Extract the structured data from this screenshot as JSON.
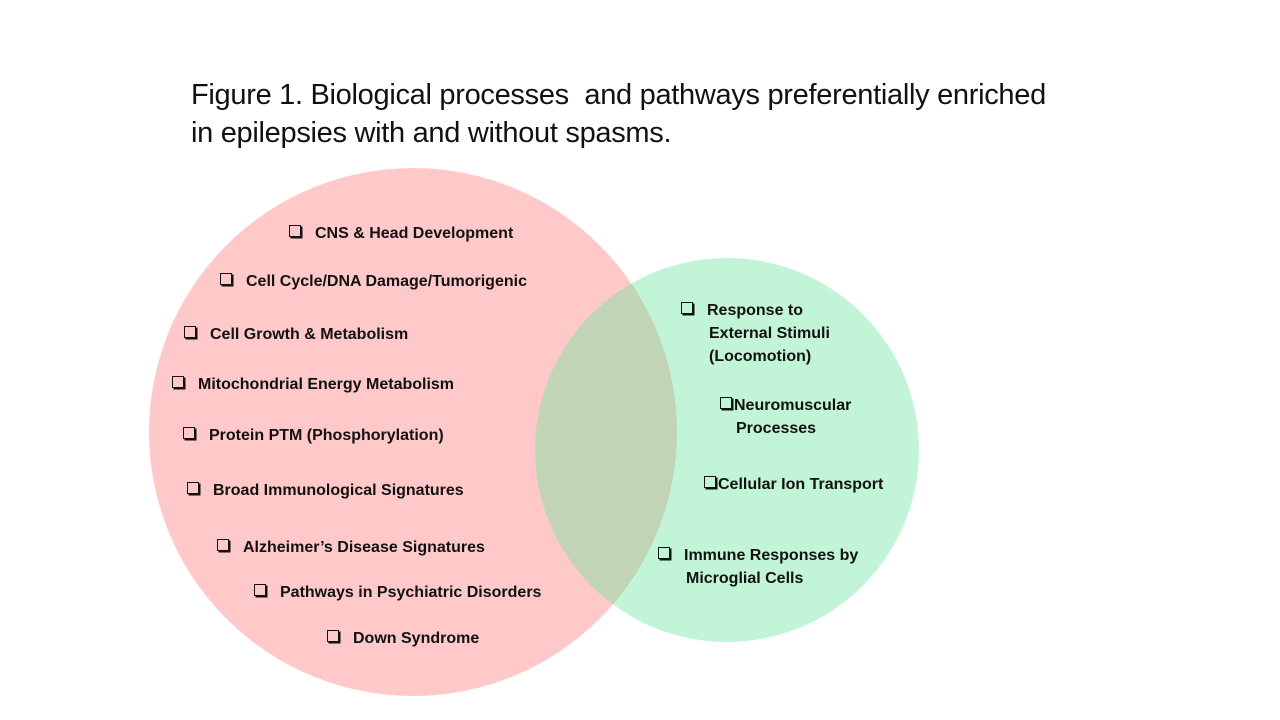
{
  "title": {
    "line1": "Figure 1. Biological processes  and pathways preferentially enriched",
    "line2": "in epilepsies with and without spasms."
  },
  "colors": {
    "left_circle": "#ffc9c9",
    "right_circle": "#c2f5d8",
    "overlap": "#c1d4b6"
  },
  "left_set": {
    "items": [
      {
        "icon": "checkbox-icon",
        "label": "CNS & Head Development"
      },
      {
        "icon": "checkbox-icon",
        "label": "Cell Cycle/DNA Damage/Tumorigenic"
      },
      {
        "icon": "checkbox-icon",
        "label": "Cell Growth & Metabolism"
      },
      {
        "icon": "checkbox-icon",
        "label": "Mitochondrial Energy Metabolism"
      },
      {
        "icon": "checkbox-icon",
        "label": "Protein PTM (Phosphorylation)"
      },
      {
        "icon": "checkbox-icon",
        "label": "Broad Immunological Signatures"
      },
      {
        "icon": "checkbox-icon",
        "label": "Alzheimer’s Disease Signatures"
      },
      {
        "icon": "checkbox-icon",
        "label": "Pathways in Psychiatric Disorders"
      },
      {
        "icon": "checkbox-icon",
        "label": "Down Syndrome"
      }
    ]
  },
  "right_set": {
    "items": [
      {
        "icon": "checkbox-icon",
        "lines": [
          "Response to",
          "External Stimuli",
          "(Locomotion)"
        ]
      },
      {
        "icon": "checkbox-icon",
        "lines": [
          "Neuromuscular",
          "Processes"
        ]
      },
      {
        "icon": "checkbox-icon",
        "lines": [
          "Cellular Ion Transport"
        ]
      },
      {
        "icon": "checkbox-icon",
        "lines": [
          "Immune Responses by",
          "Microglial Cells"
        ]
      }
    ]
  }
}
